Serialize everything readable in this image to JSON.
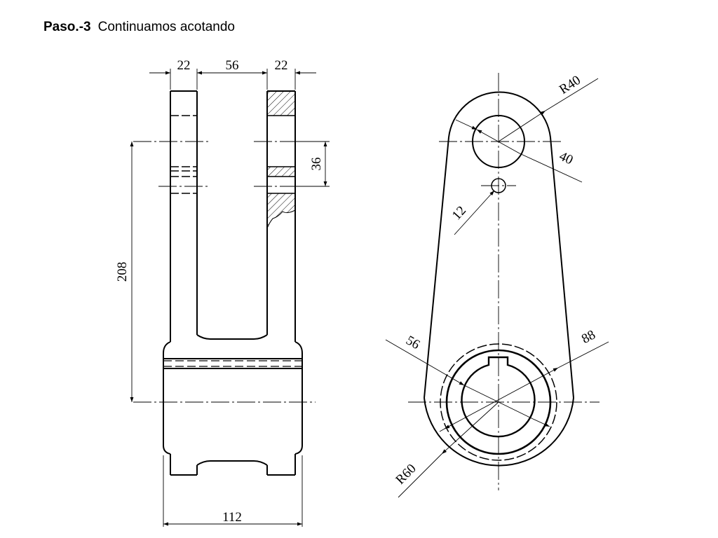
{
  "title": {
    "step": "Paso.-3",
    "text": "Continuamos acotando"
  },
  "dimensions": {
    "front_flange_left": "22",
    "front_gap": "56",
    "front_flange_right": "22",
    "front_hole_dia": "36",
    "front_height": "208",
    "front_width": "112",
    "side_radius_top": "R40",
    "side_dia_top": "40",
    "side_dia_small": "12",
    "side_dia_bore": "56",
    "side_dia_outer": "88",
    "side_radius_bottom": "R60"
  },
  "colors": {
    "line": "#000000",
    "background": "#ffffff"
  }
}
